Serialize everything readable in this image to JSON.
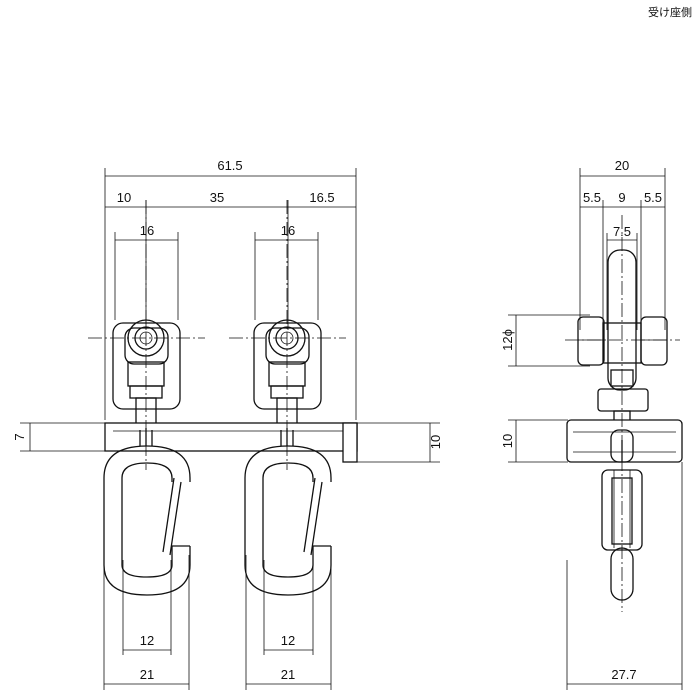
{
  "title": "受け座側",
  "dimensions": {
    "overall_width": "61.5",
    "left_offset": "10",
    "pitch": "35",
    "right_offset": "16.5",
    "bracket_width_left": "16",
    "bracket_width_right": "16",
    "rail_left": "7",
    "rail_right": "10",
    "hook_inner_left": "12",
    "hook_inner_right": "12",
    "hook_outer_left": "21",
    "hook_outer_right": "21",
    "side_total": "20",
    "side_left": "5.5",
    "side_mid": "9",
    "side_right": "5.5",
    "side_inner": "7.5",
    "roller_dia": "12ϕ",
    "side_rail": "10",
    "side_bottom": "27.7"
  }
}
